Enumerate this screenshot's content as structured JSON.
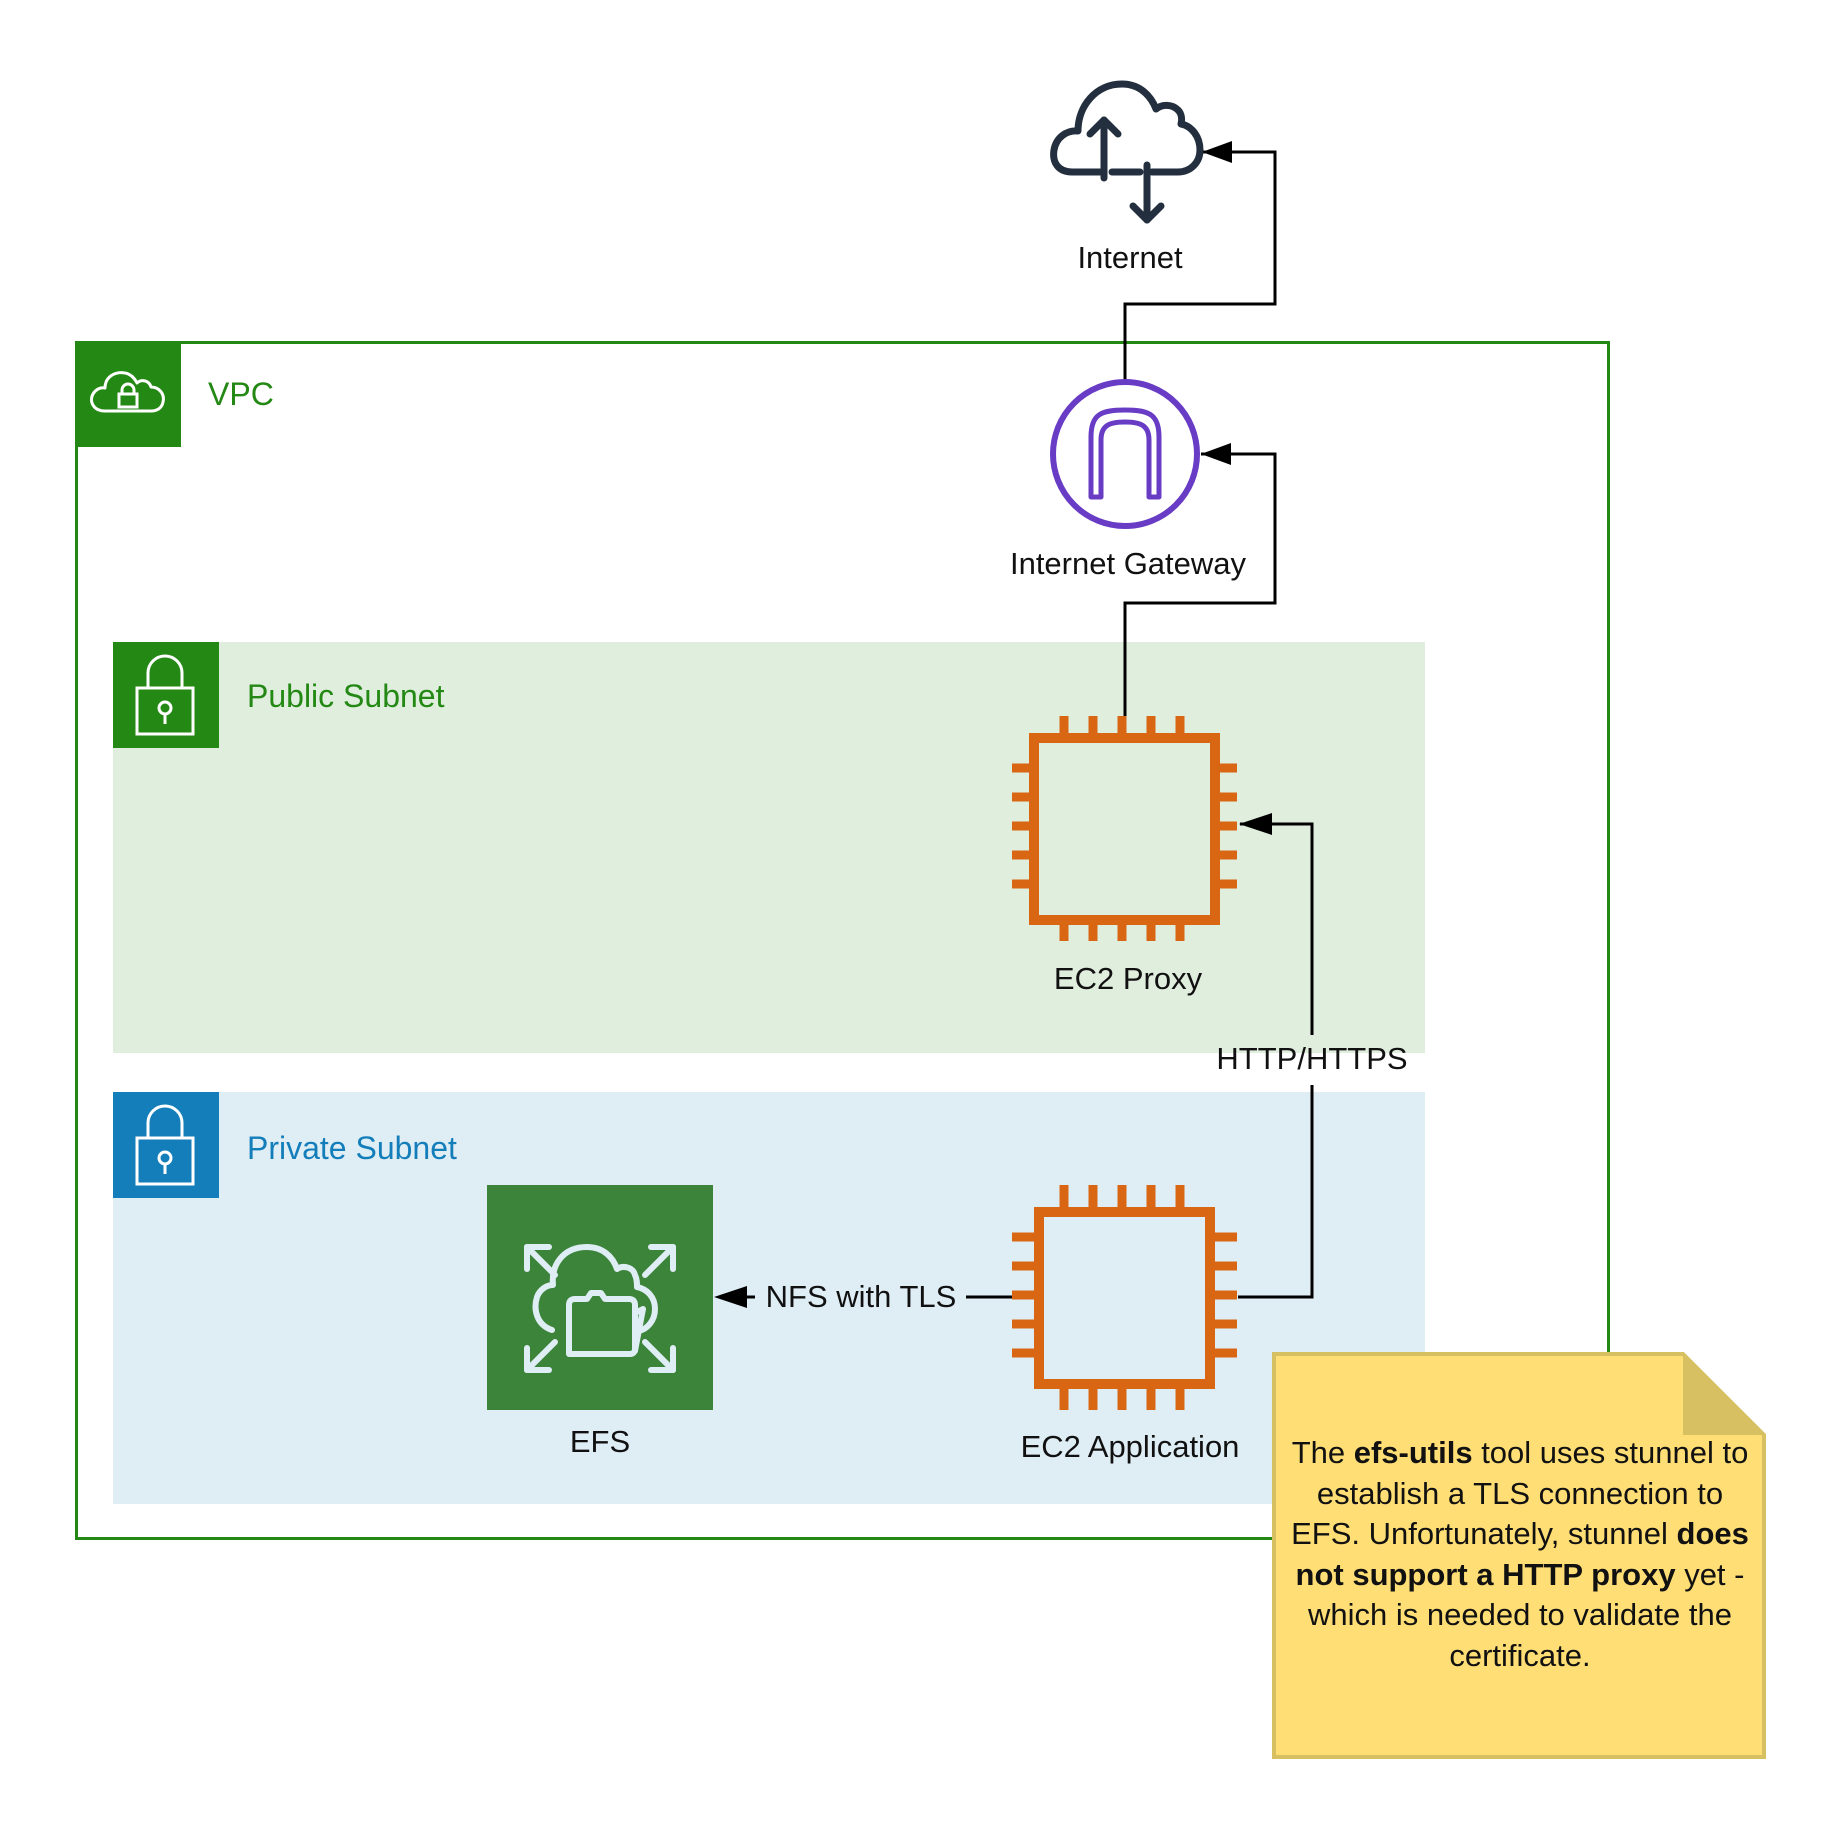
{
  "nodes": {
    "internet": {
      "label": "Internet",
      "icon": "internet-cloud-icon",
      "color": "#232f3e"
    },
    "internet_gateway": {
      "label": "Internet Gateway",
      "icon": "internet-gateway-icon",
      "color": "#693cc5"
    },
    "ec2_proxy": {
      "label": "EC2 Proxy",
      "icon": "ec2-instance-icon",
      "color": "#d86613"
    },
    "ec2_application": {
      "label": "EC2 Application",
      "icon": "ec2-instance-icon",
      "color": "#d86613"
    },
    "efs": {
      "label": "EFS",
      "icon": "efs-icon",
      "color": "#3b8439"
    }
  },
  "groups": {
    "vpc": {
      "label": "VPC",
      "icon": "vpc-cloud-lock-icon",
      "color": "#248814"
    },
    "public_subnet": {
      "label": "Public Subnet",
      "icon": "padlock-icon",
      "color": "#248814",
      "fill": "#e0eedd"
    },
    "private_subnet": {
      "label": "Private Subnet",
      "icon": "padlock-icon",
      "color": "#147eba",
      "fill": "#dfedf5"
    }
  },
  "edges": [
    {
      "from": "Internet Gateway",
      "to": "Internet",
      "label": ""
    },
    {
      "from": "EC2 Proxy",
      "to": "Internet Gateway",
      "label": ""
    },
    {
      "from": "EC2 Application",
      "to": "EC2 Proxy",
      "label": "HTTP/HTTPS"
    },
    {
      "from": "EC2 Application",
      "to": "EFS",
      "label": "NFS with TLS"
    }
  ],
  "note": {
    "fill": "#fede75",
    "segments": [
      {
        "text": "The ",
        "bold": false
      },
      {
        "text": "efs-utils",
        "bold": true
      },
      {
        "text": " tool uses stunnel to establish a TLS connection to EFS. Unfortunately, stunnel ",
        "bold": false
      },
      {
        "text": "does not support a HTTP proxy",
        "bold": true
      },
      {
        "text": " yet - which is needed to validate the certificate.",
        "bold": false
      }
    ]
  }
}
